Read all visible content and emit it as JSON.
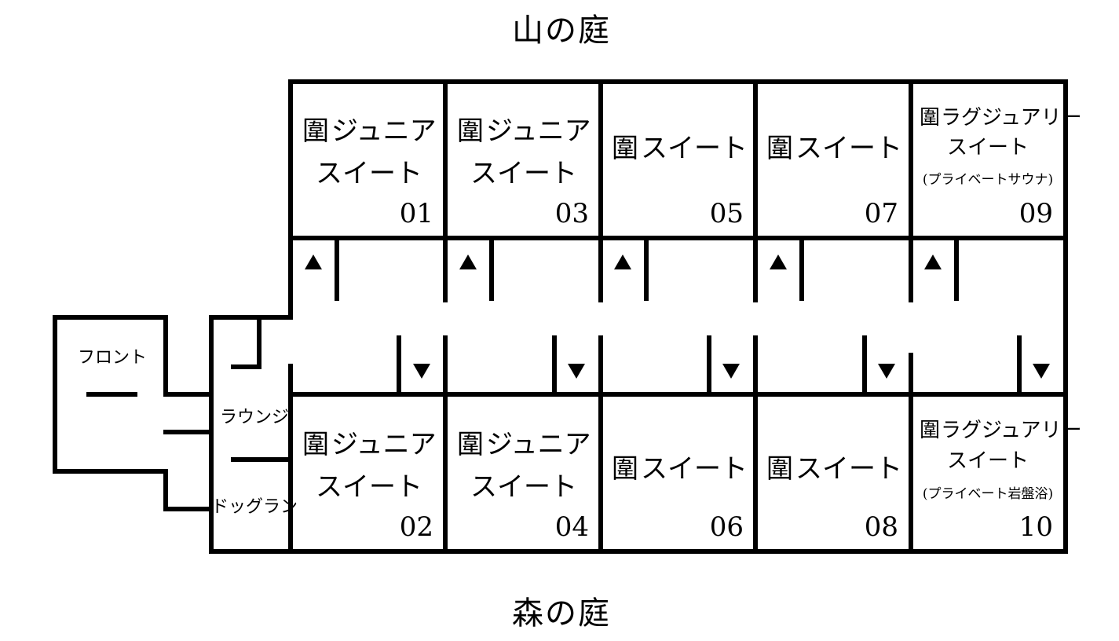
{
  "gardens": {
    "top": "山の庭",
    "bottom": "森の庭"
  },
  "areas": {
    "front": "フロント",
    "lounge": "ラウンジ",
    "dogrun": "ドッグラン"
  },
  "room_icon": "room-glyph-icon",
  "rooms_top": [
    {
      "line1": "ジュニア",
      "line2": "スイート",
      "note": "",
      "number": "01"
    },
    {
      "line1": "ジュニア",
      "line2": "スイート",
      "note": "",
      "number": "03"
    },
    {
      "line1": "スイート",
      "line2": "",
      "note": "",
      "number": "05"
    },
    {
      "line1": "スイート",
      "line2": "",
      "note": "",
      "number": "07"
    },
    {
      "line1": "ラグジュアリー",
      "line2": "スイート",
      "note": "(プライベートサウナ)",
      "number": "09"
    }
  ],
  "rooms_bottom": [
    {
      "line1": "ジュニア",
      "line2": "スイート",
      "note": "",
      "number": "02"
    },
    {
      "line1": "ジュニア",
      "line2": "スイート",
      "note": "",
      "number": "04"
    },
    {
      "line1": "スイート",
      "line2": "",
      "note": "",
      "number": "06"
    },
    {
      "line1": "スイート",
      "line2": "",
      "note": "",
      "number": "08"
    },
    {
      "line1": "ラグジュアリー",
      "line2": "スイート",
      "note": "(プライベート岩盤浴)",
      "number": "10"
    }
  ]
}
